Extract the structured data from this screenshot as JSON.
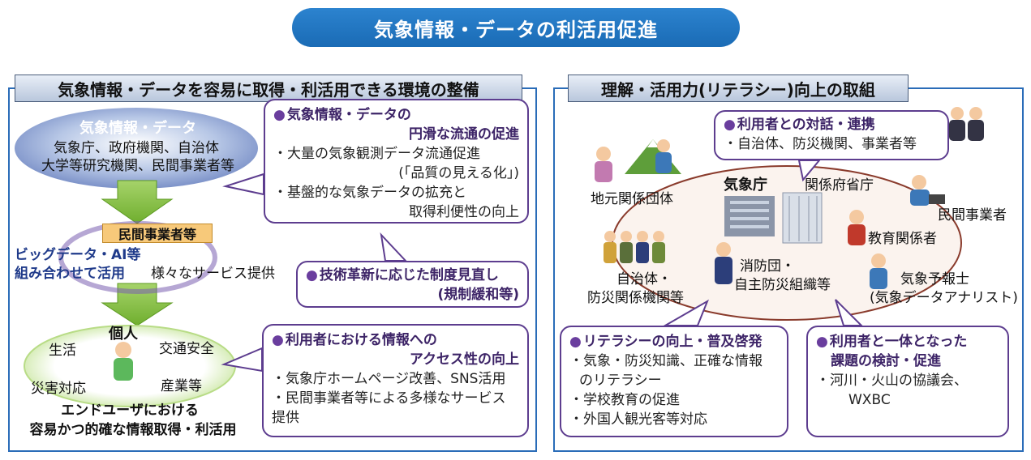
{
  "title": "気象情報・データの利活用促進",
  "left": {
    "header": "気象情報・データを容易に取得・利活用できる環境の整備",
    "source": {
      "title": "気象情報・データ",
      "line1": "気象庁、政府機関、自治体",
      "line2": "大学等研究機関、民間事業者等"
    },
    "private": {
      "label": "民間事業者等",
      "bigdata1": "ビッグデータ・AI等",
      "bigdata2": "組み合わせて活用",
      "services": "様々なサービス提供"
    },
    "individual": {
      "label": "個人",
      "life": "生活",
      "traffic": "交通安全",
      "disaster": "災害対応",
      "industry": "産業等",
      "caption1": "エンドユーザにおける",
      "caption2": "容易かつ的確な情報取得・利活用"
    },
    "callout1": {
      "head1": "気象情報・データの",
      "head2": "円滑な流通の促進",
      "item1": "・大量の気象観測データ流通促進",
      "item1b": "(「品質の見える化」)",
      "item2": "・基盤的な気象データの拡充と",
      "item2b": "取得利便性の向上"
    },
    "callout2": {
      "head1": "技術革新に応じた制度見直し",
      "head2": "(規制緩和等)"
    },
    "callout3": {
      "head1": "利用者における情報への",
      "head2": "アクセス性の向上",
      "item1": "・気象庁ホームページ改善、SNS活用",
      "item2": "・民間事業者等による多様なサービス",
      "item2b": "提供"
    }
  },
  "right": {
    "header": "理解・活用力(リテラシー)向上の取組",
    "dialog": {
      "head": "利用者との対話・連携",
      "item": "・自治体、防災機関、事業者等"
    },
    "jma": "気象庁",
    "ministries": "関係府省庁",
    "local_org": "地元関係団体",
    "private": "民間事業者",
    "education": "教育関係者",
    "forecaster1": "気象予報士",
    "forecaster2": "(気象データアナリスト)",
    "fire1": "消防団・",
    "fire2": "自主防災組織等",
    "municipal1": "自治体・",
    "municipal2": "防災関係機関等",
    "literacy": {
      "head": "リテラシーの向上・普及啓発",
      "item1": "・気象・防災知識、正確な情報",
      "item1b": "のリテラシー",
      "item2": "・学校教育の促進",
      "item3": "・外国人観光客等対応"
    },
    "together": {
      "head1": "利用者と一体となった",
      "head2": "課題の検討・促進",
      "item1": "・河川・火山の協議会、",
      "item1b": "WXBC"
    }
  },
  "colors": {
    "title_blue": "#1a6bb5",
    "panel_border": "#2a6cb8",
    "callout_border": "#5d3d8f",
    "arrow_green": "#7cb83a"
  }
}
